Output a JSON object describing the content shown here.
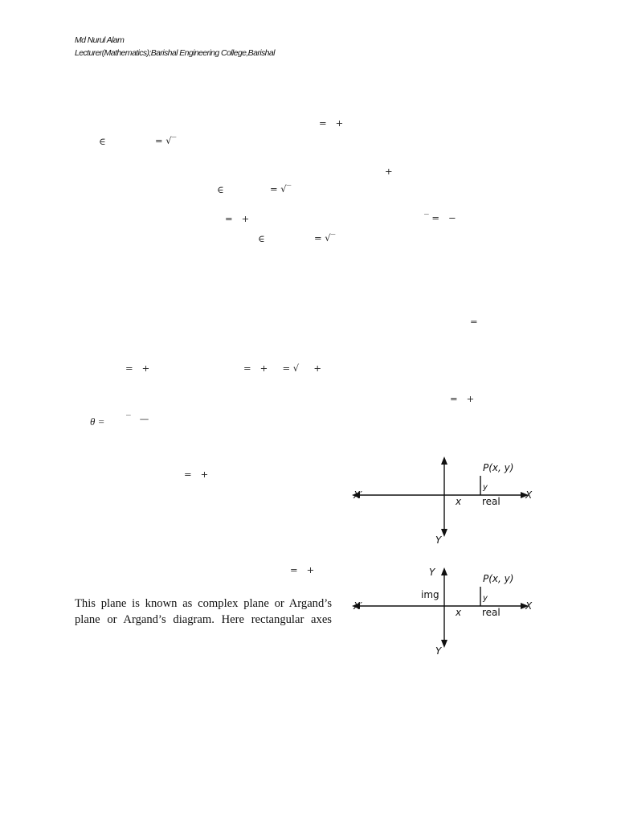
{
  "header": {
    "author": "Md Nurul Alam",
    "affiliation": "Lecturer(Mathematics);Barishal Engineering College,Barishal"
  },
  "equation_fragments": [
    {
      "id": "f1",
      "text": "=   +"
    },
    {
      "id": "f2",
      "text": "∈"
    },
    {
      "id": "f3",
      "text": "= √‾"
    },
    {
      "id": "f4",
      "text": "+"
    },
    {
      "id": "f5",
      "text": "∈"
    },
    {
      "id": "f6",
      "text": "= √‾"
    },
    {
      "id": "f7",
      "text": "=   +"
    },
    {
      "id": "f8",
      "text": "‾ =   −"
    },
    {
      "id": "f9",
      "text": "∈"
    },
    {
      "id": "f10",
      "text": "= √‾"
    },
    {
      "id": "f11",
      "text": "="
    },
    {
      "id": "f12",
      "text": "=   +"
    },
    {
      "id": "f13",
      "text": "=   +     = √     +"
    },
    {
      "id": "f14",
      "text": "=   +"
    },
    {
      "id": "f15",
      "text": "θ ="
    },
    {
      "id": "f16",
      "text": "‾   —"
    },
    {
      "id": "f17",
      "text": "=   +"
    },
    {
      "id": "f18",
      "text": "=   +"
    }
  ],
  "paragraph": {
    "line1": "This plane is known as complex plane or Argand’s",
    "line2": "plane or Argand’s diagram. Here rectangular axes"
  },
  "diagram1": {
    "point_label": "P(x, y)",
    "x_neg": "X′",
    "x_pos": "X",
    "y_neg": "Y",
    "x_tick": "x",
    "y_tick": "y",
    "real_label": "real"
  },
  "diagram2": {
    "point_label": "P(x, y)",
    "x_neg": "X′",
    "x_pos": "X",
    "y_pos": "Y",
    "y_neg": "Y",
    "x_tick": "x",
    "y_tick": "y",
    "real_label": "real",
    "img_label": "img"
  }
}
